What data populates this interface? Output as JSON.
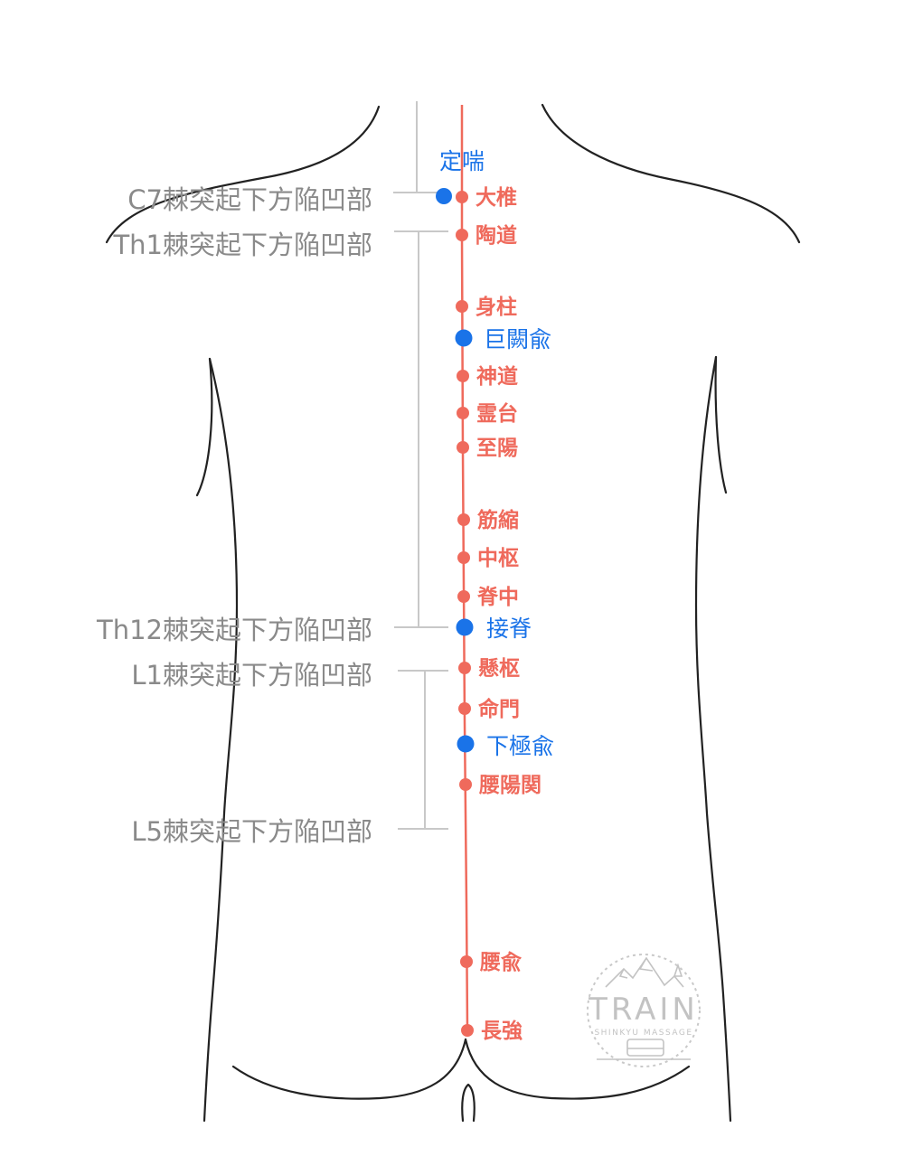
{
  "colors": {
    "governor_vessel": "#ef6a5c",
    "extra_point": "#1a73e8",
    "vertebra_text": "#8a8a8a",
    "body_outline": "#222222",
    "guide_line": "#c8c8c8",
    "logo": "#b8b8b8"
  },
  "vertebra_labels": [
    "C7棘突起下方陥凹部",
    "Th1棘突起下方陥凹部",
    "Th12棘突起下方陥凹部",
    "L1棘突起下方陥凹部",
    "L5棘突起下方陥凹部"
  ],
  "governor_points": [
    "大椎",
    "陶道",
    "身柱",
    "神道",
    "霊台",
    "至陽",
    "筋縮",
    "中枢",
    "脊中",
    "懸枢",
    "命門",
    "腰陽関",
    "腰兪",
    "長強"
  ],
  "extra_points": [
    "定喘",
    "巨闕兪",
    "接脊",
    "下極兪"
  ],
  "logo": {
    "text": "TRAIN",
    "subtext": "SHINKYU MASSAGE",
    "icon": "mountain-train-logo-icon"
  }
}
